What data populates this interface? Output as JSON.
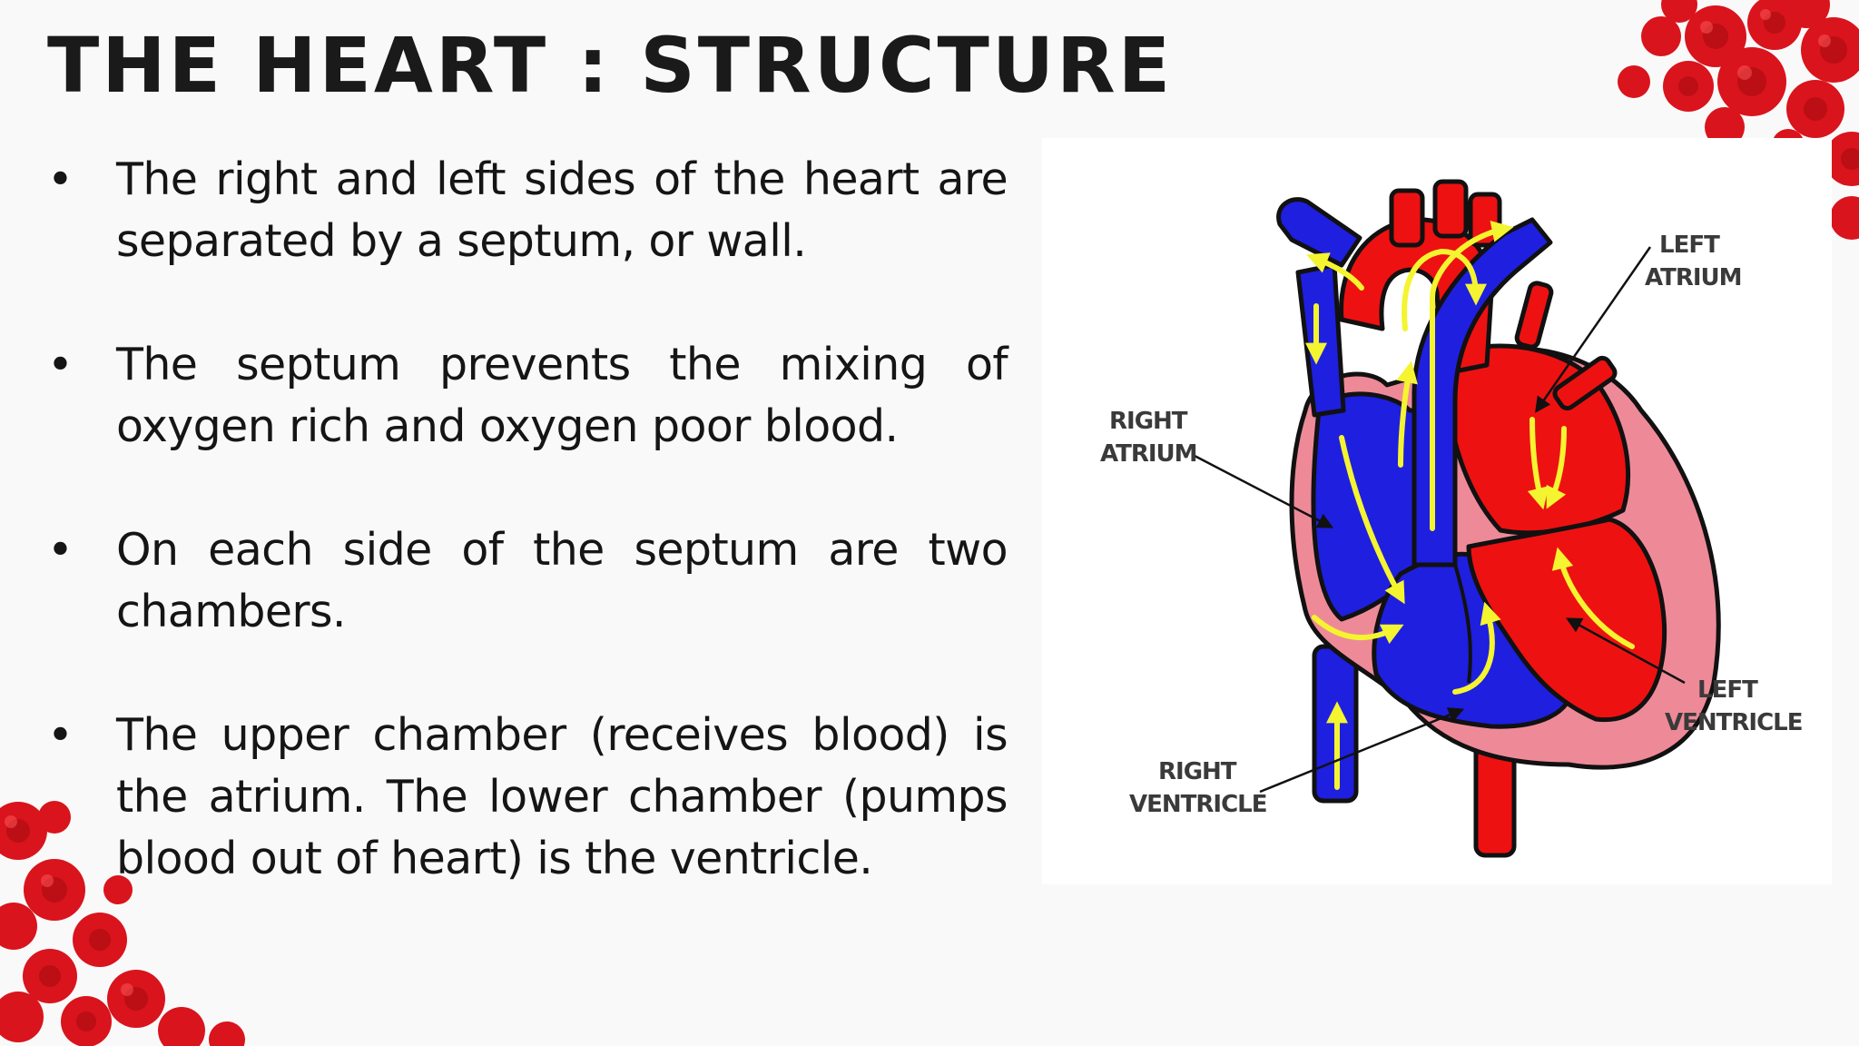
{
  "slide": {
    "title": "THE HEART : STRUCTURE",
    "bullet_symbol": "•",
    "bullets": [
      "The right and left sides of the heart are separated by a septum, or wall.",
      "The septum prevents the mixing of oxygen rich and oxygen poor blood.",
      "On each side of the septum are two chambers.",
      "The upper chamber (receives blood) is the atrium.  The lower chamber (pumps blood out of heart) is the ventricle."
    ]
  },
  "diagram": {
    "labels": {
      "left_atrium_line1": "LEFT",
      "left_atrium_line2": "ATRIUM",
      "right_atrium_line1": "RIGHT",
      "right_atrium_line2": "ATRIUM",
      "right_ventricle_line1": "RIGHT",
      "right_ventricle_line2": "VENTRICLE",
      "left_ventricle_line1": "LEFT",
      "left_ventricle_line2": "VENTRICLE"
    },
    "colors": {
      "oxygen_poor_blood": "#1f1fe0",
      "oxygen_rich_blood": "#ee1111",
      "heart_wall": "#ee8a98",
      "flow_arrows": "#f4f430",
      "decoration_cells": "#d9141c"
    }
  }
}
